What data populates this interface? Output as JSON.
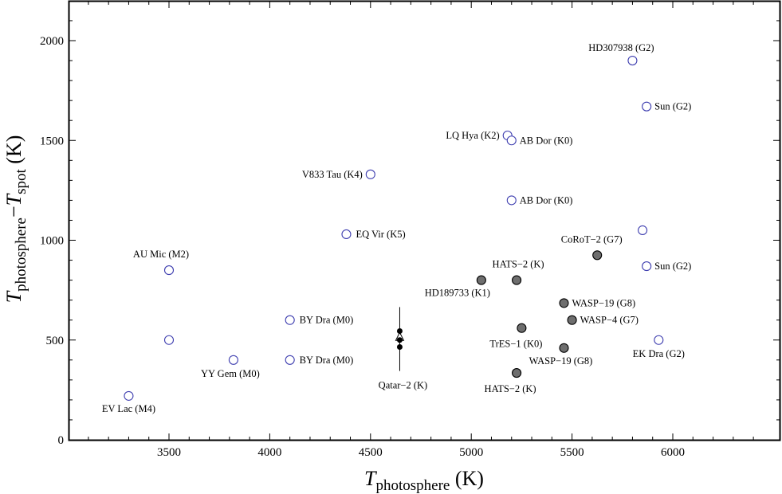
{
  "chart_data": {
    "type": "scatter",
    "xlabel": {
      "symbol": "T",
      "subscript": "photosphere",
      "unit": " (K)"
    },
    "ylabel": {
      "symbol1": "T",
      "sub1": "photosphere",
      "minus": "−",
      "symbol2": "T",
      "sub2": "spot",
      "unit": " (K)"
    },
    "xlim": [
      3000,
      6450
    ],
    "ylim": [
      0,
      2200
    ],
    "xticks": [
      3500,
      4000,
      4500,
      5000,
      5500,
      6000
    ],
    "yticks": [
      0,
      500,
      1000,
      1500,
      2000
    ],
    "grid": false,
    "series": [
      {
        "marker": "open-circle",
        "color": "#3f3fb0",
        "points": [
          {
            "x": 3300,
            "y": 220,
            "label": "EV Lac (M4)"
          },
          {
            "x": 3500,
            "y": 850,
            "label": "AU Mic (M2)"
          },
          {
            "x": 3500,
            "y": 500,
            "label": ""
          },
          {
            "x": 3820,
            "y": 400,
            "label": "YY Gem (M0)"
          },
          {
            "x": 4100,
            "y": 600,
            "label": "BY Dra (M0)"
          },
          {
            "x": 4100,
            "y": 400,
            "label": "BY Dra (M0)"
          },
          {
            "x": 4380,
            "y": 1030,
            "label": "EQ Vir (K5)"
          },
          {
            "x": 4500,
            "y": 1330,
            "label": "V833 Tau (K4)"
          },
          {
            "x": 5180,
            "y": 1525,
            "label": "LQ Hya (K2)"
          },
          {
            "x": 5200,
            "y": 1500,
            "label": "AB Dor (K0)"
          },
          {
            "x": 5200,
            "y": 1200,
            "label": "AB Dor (K0)"
          },
          {
            "x": 5800,
            "y": 1900,
            "label": "HD307938 (G2)"
          },
          {
            "x": 5870,
            "y": 1670,
            "label": "Sun (G2)"
          },
          {
            "x": 5850,
            "y": 1050,
            "label": ""
          },
          {
            "x": 5870,
            "y": 870,
            "label": "Sun (G2)"
          },
          {
            "x": 5930,
            "y": 500,
            "label": "EK Dra (G2)"
          }
        ]
      },
      {
        "marker": "filled-circle",
        "color": "#6e6e6e",
        "points": [
          {
            "x": 5050,
            "y": 800,
            "label": "HD189733 (K1)"
          },
          {
            "x": 5225,
            "y": 800,
            "label": "HATS−2 (K)"
          },
          {
            "x": 5625,
            "y": 925,
            "label": "CoRoT−2 (G7)"
          },
          {
            "x": 5460,
            "y": 685,
            "label": "WASP−19 (G8)"
          },
          {
            "x": 5500,
            "y": 600,
            "label": "WASP−4 (G7)"
          },
          {
            "x": 5250,
            "y": 560,
            "label": "TrES−1 (K0)"
          },
          {
            "x": 5460,
            "y": 460,
            "label": "WASP−19 (G8)"
          },
          {
            "x": 5225,
            "y": 335,
            "label": "HATS−2 (K)"
          }
        ]
      },
      {
        "marker": "black-dots-with-errorbar",
        "color": "#000000",
        "x": 4645,
        "values": [
          545,
          500,
          465
        ],
        "error_range": [
          345,
          665
        ],
        "mean_marker": "open-triangle",
        "mean": 510,
        "label": "Qatar−2 (K)"
      }
    ]
  }
}
